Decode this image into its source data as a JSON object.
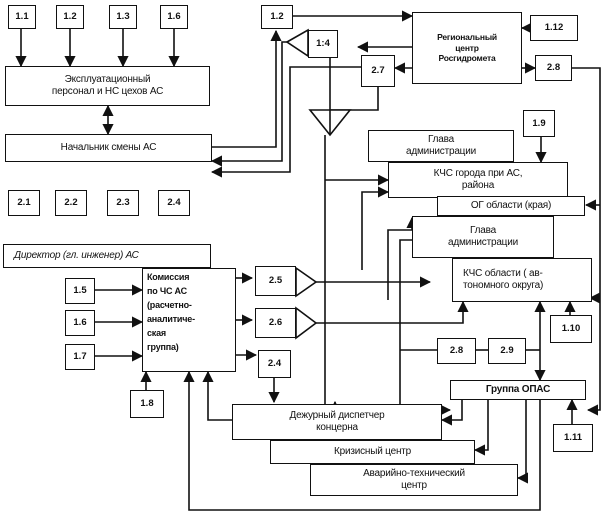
{
  "diagram": {
    "title": "",
    "input_boxes": {
      "b1_1": "1.1",
      "b1_2a": "1.2",
      "b1_3": "1.3",
      "b1_6": "1.6",
      "b1_2b": "1.2",
      "b1_4": "1:4",
      "b1_12": "1.12",
      "b1_9": "1.9",
      "b1_5": "1.5",
      "b1_6b": "1.6",
      "b1_7": "1.7",
      "b1_8": "1.8",
      "b1_10": "1.10",
      "b1_11": "1.11"
    },
    "output_boxes": {
      "b2_1": "2.1",
      "b2_2": "2.2",
      "b2_3": "2.3",
      "b2_4a": "2.4",
      "b2_4b": "2.4",
      "b2_5": "2.5",
      "b2_6": "2.6",
      "b2_7": "2.7",
      "b2_8a": "2.8",
      "b2_8b": "2.8",
      "b2_9": "2.9"
    },
    "nodes": {
      "operational_staff": [
        "Эксплуатационный",
        "персонал и НС цехов АС"
      ],
      "shift_chief": "Начальник смены АС",
      "director": "Директор (гл. инженер) АС",
      "commission": [
        "Комиссия",
        "по ЧС АС",
        "(расчетно-",
        "аналитиче-",
        "ская",
        "группа)"
      ],
      "regional_center": [
        "Региональный",
        "центр",
        "Росгидромета"
      ],
      "head_admin_city": [
        "Глава",
        "администрации"
      ],
      "kchs_city": [
        "КЧС города при АС,",
        "района"
      ],
      "og_region": "ОГ области (края)",
      "head_admin_region": [
        "Глава",
        "администрации"
      ],
      "kchs_region": [
        "КЧС области (     ав-",
        "тономного округа)"
      ],
      "opas_group": "Группа ОПАС",
      "duty_dispatcher": [
        "Дежурный диспетчер",
        "концерна"
      ],
      "crisis_center": "Кризисный центр",
      "emergency_tech_center": [
        "Аварийно-технический",
        "центр"
      ]
    }
  }
}
